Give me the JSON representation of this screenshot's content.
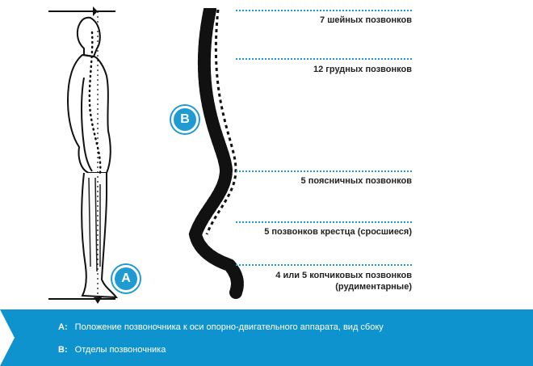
{
  "badges": {
    "a": "A",
    "b": "B"
  },
  "labels": [
    {
      "text": "7 шейных позвонков"
    },
    {
      "text": "12 грудных позвонков"
    },
    {
      "text": "5 поясничных позвонков"
    },
    {
      "text": "5 позвонков крестца (сросшиеся)"
    },
    {
      "text": "4 или 5 копчиковых позвонков\n(рудиментарные)"
    }
  ],
  "legend": {
    "a_key": "A:",
    "a_text": "Положение позвоночника к оси опорно-двигательного аппарата, вид сбоку",
    "b_key": "B:",
    "b_text": "Отделы позвоночника"
  },
  "colors": {
    "accent": "#1f9bd2",
    "band": "#0f93cf"
  }
}
